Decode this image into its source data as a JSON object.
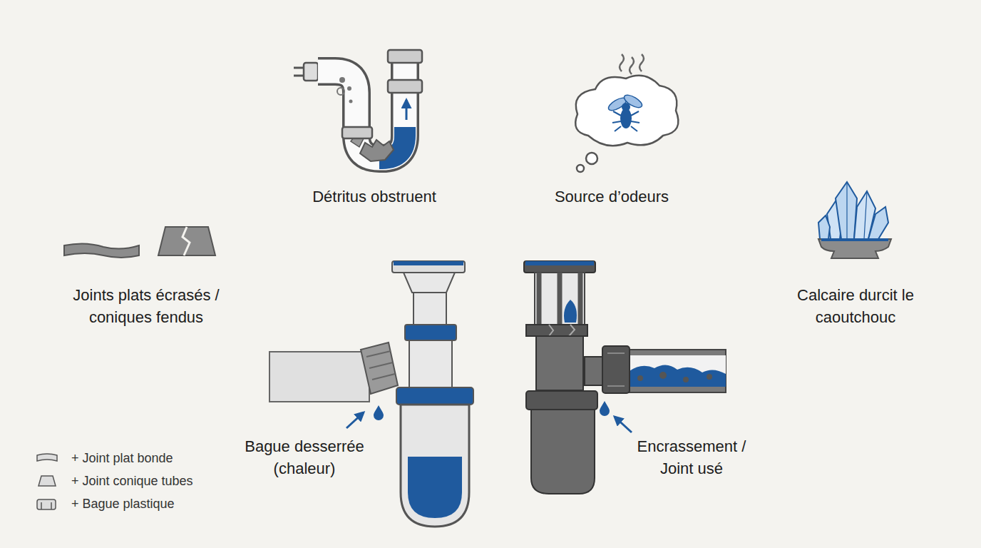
{
  "diagram": {
    "labels": [
      "Détritus obstruent",
      "Source d’odeurs",
      "Joints plats écrasés / coniques fendus",
      "Calcaire durcit le caoutchouc",
      "Bague desserrée (chaleur)",
      "Encrassement / Joint usé"
    ],
    "legend": [
      {
        "text": "+ Joint plat bonde"
      },
      {
        "text": "+ Joint conique tubes"
      },
      {
        "text": "+ Bague plastique"
      }
    ]
  }
}
